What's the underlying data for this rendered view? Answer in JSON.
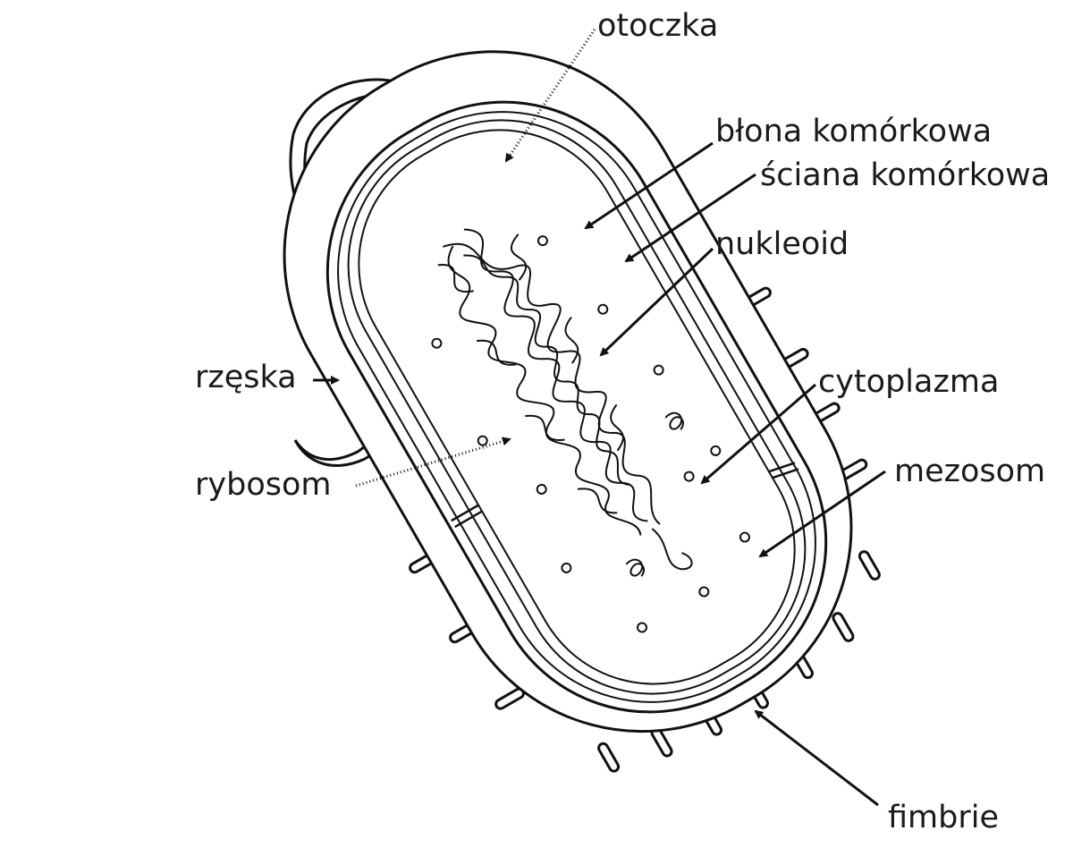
{
  "labels": {
    "otoczka": "otoczka",
    "blona": "błona komórkowa",
    "sciana": "ściana komórkowa",
    "nukleoid": "nukleoid",
    "rzeska": "rzęska",
    "cytoplazma": "cytoplazma",
    "rybosom": "rybosom",
    "mezosom": "mezosom",
    "fimbrie": "fimbrie"
  },
  "colors": {
    "line": "#111111",
    "background": "#ffffff"
  }
}
